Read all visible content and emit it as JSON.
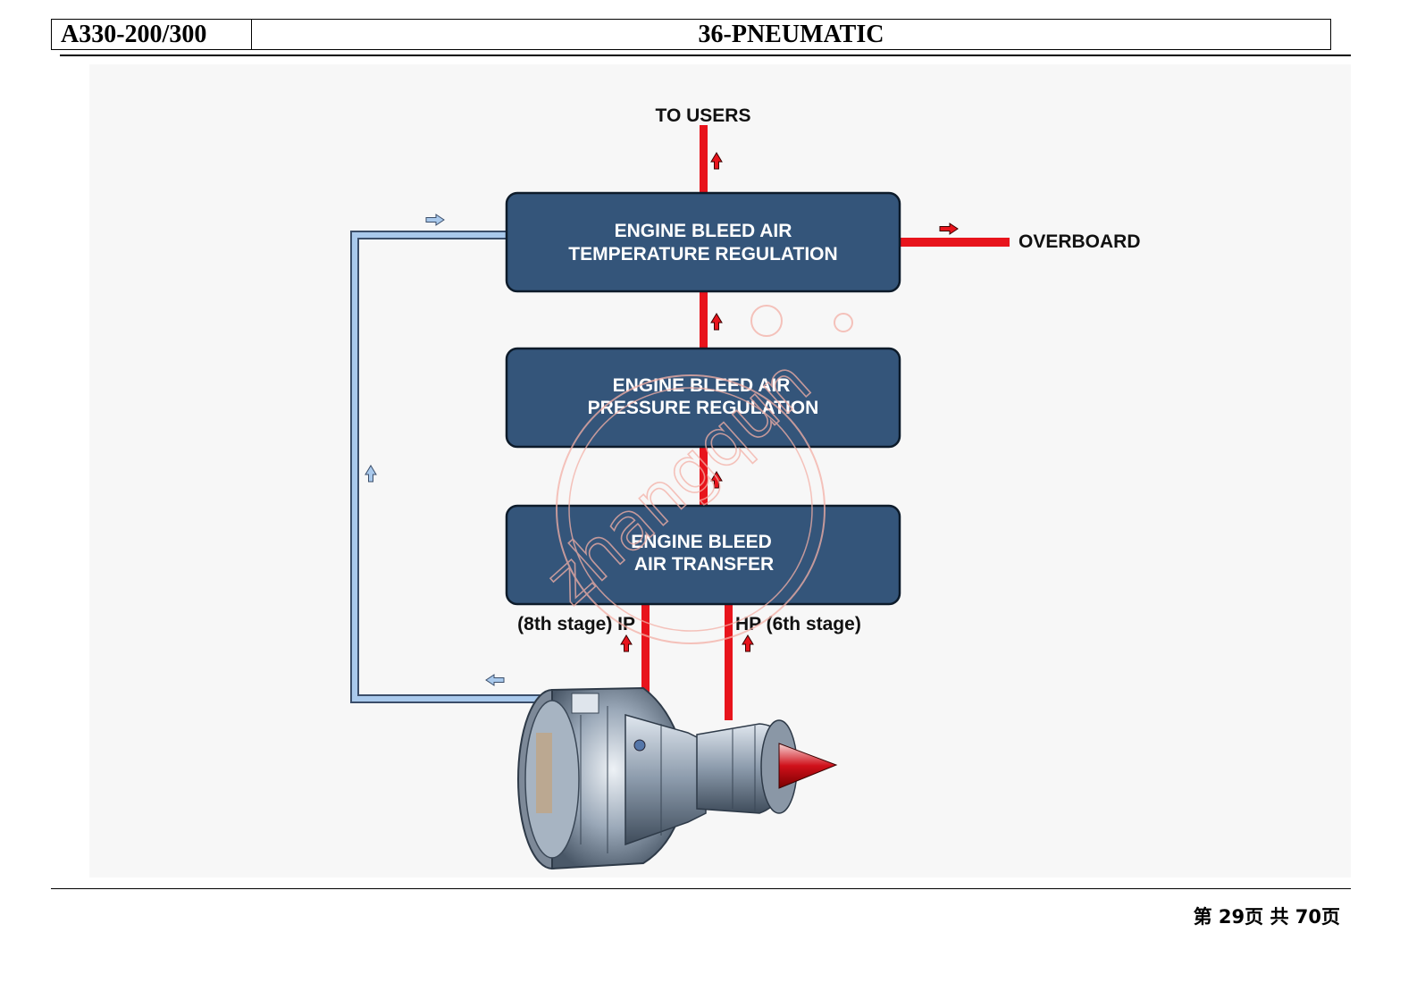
{
  "header": {
    "model": "A330-200/300",
    "chapter": "36-PNEUMATIC"
  },
  "diagram": {
    "boxes": [
      {
        "line1": "ENGINE BLEED AIR",
        "line2": "TEMPERATURE REGULATION"
      },
      {
        "line1": "ENGINE BLEED AIR",
        "line2": "PRESSURE REGULATION"
      },
      {
        "line1": "ENGINE BLEED",
        "line2": "AIR TRANSFER"
      }
    ],
    "labels": {
      "to_users": "TO USERS",
      "overboard": "OVERBOARD",
      "ip_port": "(8th stage) IP",
      "hp_port": "HP (6th stage)"
    },
    "colors": {
      "box_fill": "#34557a",
      "hot_duct": "#e8141c",
      "cold_duct": "#a9c9ec"
    }
  },
  "watermark": "zhangqun",
  "footer": {
    "page_text": "第 29页  共 70页"
  }
}
